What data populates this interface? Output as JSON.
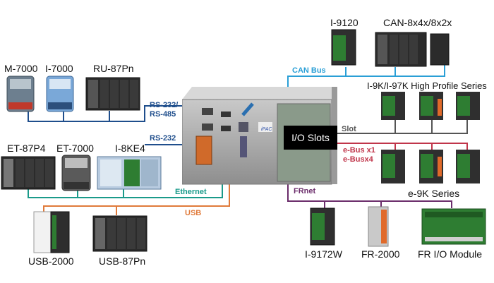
{
  "devices": {
    "m7000": "M-7000",
    "i7000": "I-7000",
    "ru87pn": "RU-87Pn",
    "et87p4": "ET-87P4",
    "et7000": "ET-7000",
    "i8ke4": "I-8KE4",
    "usb2000": "USB-2000",
    "usb87pn": "USB-87Pn",
    "i9120": "I-9120",
    "can8x4x": "CAN-8x4x/8x2x",
    "i9k_high": "I-9K/I-97K High Profile Series",
    "e9k": "e-9K Series",
    "i9172w": "I-9172W",
    "fr2000": "FR-2000",
    "fr_io": "FR I/O Module"
  },
  "buses": {
    "rs232_485": "RS-232/\nRS-485",
    "rs232": "RS-232",
    "ethernet": "Ethernet",
    "usb": "USB",
    "can": "CAN Bus",
    "slot": "Slot",
    "ebus_x1": "e-Bus x1",
    "ebus_x4": "e-Busx4",
    "frnet": "FRnet"
  },
  "center": {
    "io_slots": "I/O Slots"
  },
  "colors": {
    "rs": "#1f4e8c",
    "ethernet": "#1a9a8a",
    "usb": "#e07a3a",
    "can": "#2a9fd6",
    "slot": "#555555",
    "ebus": "#c0354a",
    "frnet": "#6b2d6b"
  }
}
